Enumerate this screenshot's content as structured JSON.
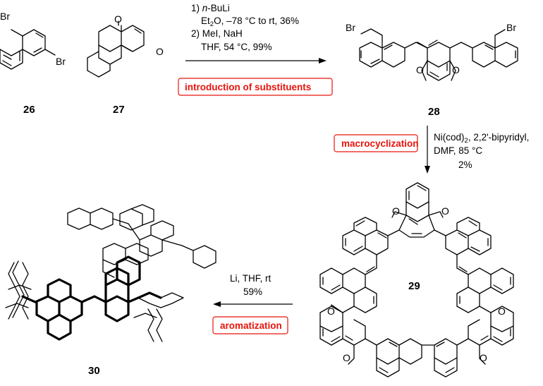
{
  "compounds": {
    "c26": {
      "number": "26",
      "br1": "Br",
      "br2": "Br"
    },
    "c27": {
      "number": "27",
      "o1": "O",
      "o2": "O"
    },
    "c28": {
      "number": "28",
      "br1": "Br",
      "br2": "Br",
      "ome1": "O",
      "ome2": "O"
    },
    "c29": {
      "number": "29",
      "ome": "O"
    },
    "c30": {
      "number": "30"
    }
  },
  "step1": {
    "line1_pre": "1) ",
    "line1_ital": "n",
    "line1_post": "-BuLi",
    "line2_a": "Et",
    "line2_sub": "2",
    "line2_b": "O, –78 °C to rt, 36%",
    "line3": "2) MeI, NaH",
    "line4": "THF, 54 °C, 99%",
    "tag": "introduction of substituents"
  },
  "step2": {
    "line1_a": "Ni(cod)",
    "line1_sub": "2",
    "line1_b": ", 2,2'-bipyridyl,",
    "line2": "DMF, 85 °C",
    "line3": "2%",
    "tag": "macrocyclization"
  },
  "step3": {
    "line1": "Li, THF, rt",
    "line2": "59%",
    "tag": "aromatization"
  },
  "colors": {
    "tag_red": "#e8140c",
    "bond": "#000000"
  }
}
